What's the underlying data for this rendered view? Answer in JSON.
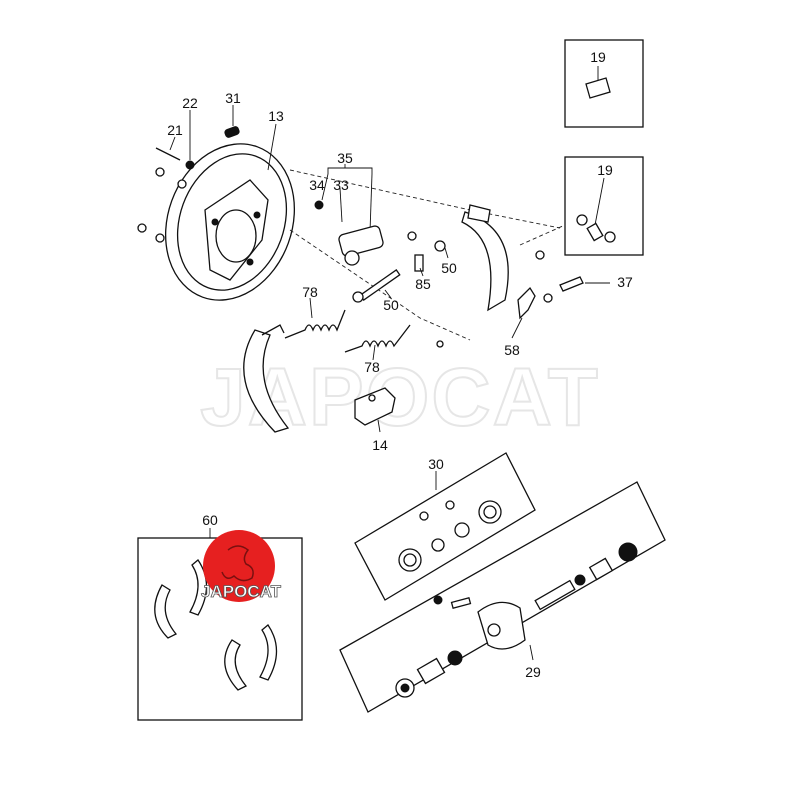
{
  "watermark": "JAPOCAT",
  "logo": {
    "text": "JAPOCAT",
    "color": "#e62020"
  },
  "callouts": {
    "c19a": "19",
    "c19b": "19",
    "c22": "22",
    "c31": "31",
    "c21": "21",
    "c13": "13",
    "c35": "35",
    "c34": "34",
    "c33": "33",
    "c37": "37",
    "c78a": "78",
    "c50a": "50",
    "c85": "85",
    "c50b": "50",
    "c58": "58",
    "c78b": "78",
    "c14": "14",
    "c30": "30",
    "c60": "60",
    "c29": "29"
  }
}
